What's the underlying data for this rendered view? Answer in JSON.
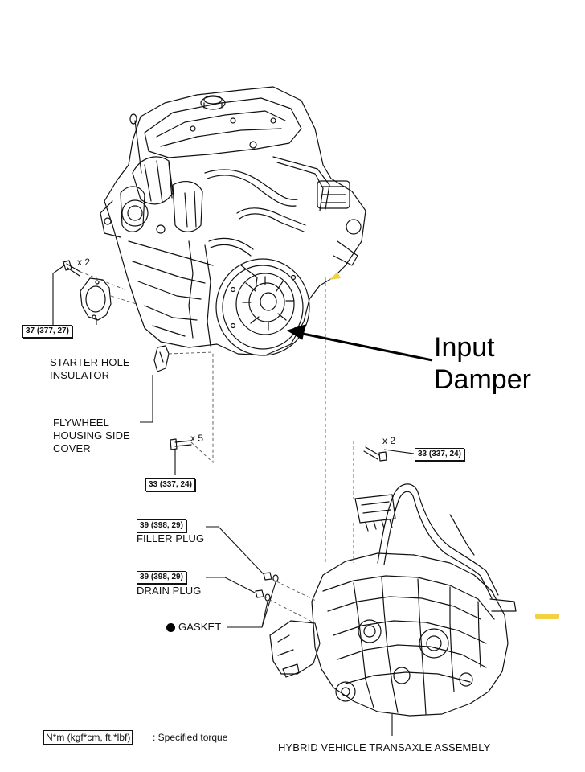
{
  "parts": {
    "starter_hole_insulator": [
      "STARTER HOLE",
      "INSULATOR"
    ],
    "flywheel_housing_side_cover": [
      "FLYWHEEL",
      "HOUSING SIDE",
      "COVER"
    ],
    "filler_plug": "FILLER PLUG",
    "drain_plug": "DRAIN PLUG",
    "gasket": "GASKET",
    "transaxle": "HYBRID VEHICLE TRANSAXLE ASSEMBLY"
  },
  "torques": {
    "starter_bolts": "37 (377, 27)",
    "flywheel_bolts": "33 (337, 24)",
    "transaxle_bolts": "33 (337, 24)",
    "filler_plug": "39 (398, 29)",
    "drain_plug": "39 (398, 29)"
  },
  "quantities": {
    "starter_bolts": "x 2",
    "flywheel_bolts": "x 5",
    "transaxle_bolts": "x 2"
  },
  "annotation": [
    "Input",
    "Damper"
  ],
  "legend": {
    "unit": "N*m (kgf*cm, ft.*lbf)",
    "text": ": Specified torque"
  },
  "colors": {
    "line": "#111111",
    "highlight": "#f2d240"
  },
  "icons": [
    "bolt-icon",
    "gasket-dot-icon"
  ]
}
